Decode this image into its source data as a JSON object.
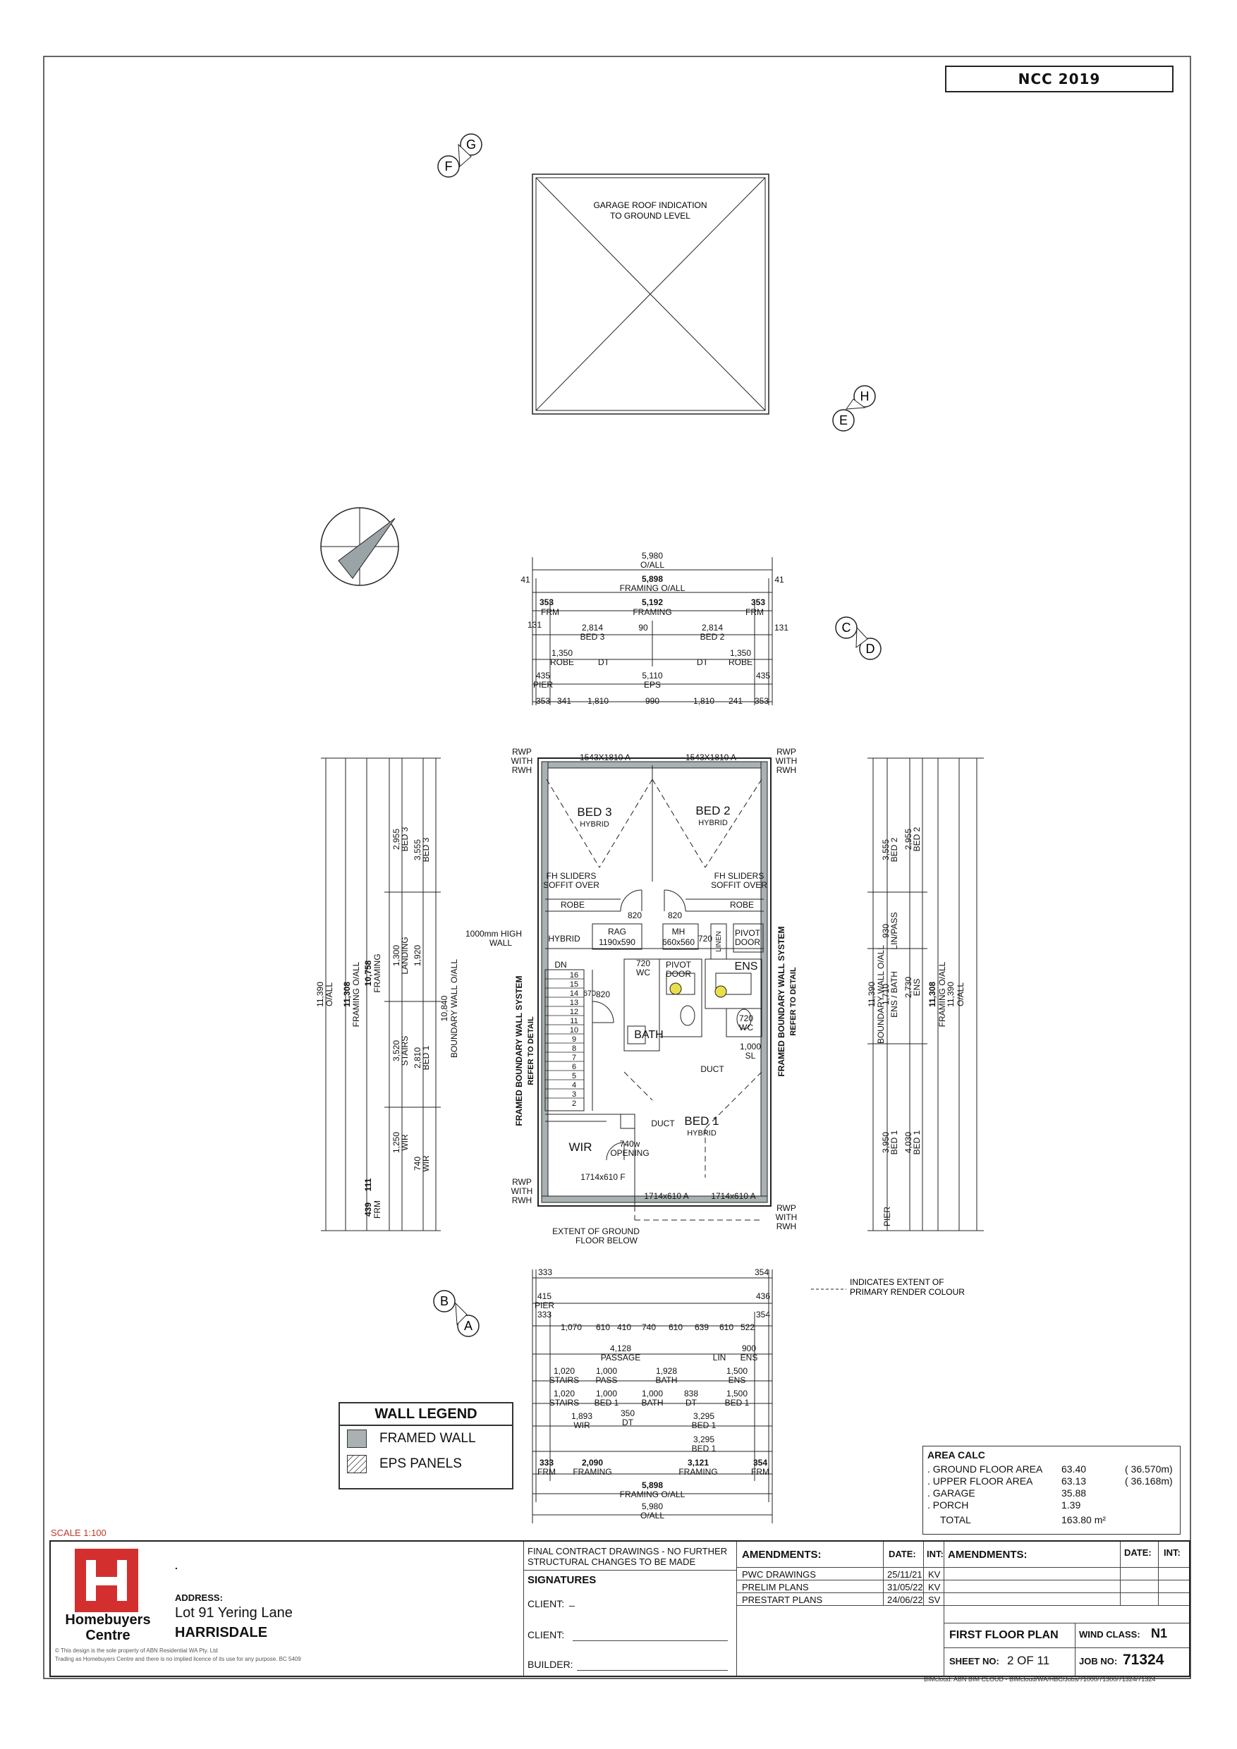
{
  "header": {
    "ncc": "NCC 2019"
  },
  "markers": {
    "g": "G",
    "f": "F",
    "h": "H",
    "e": "E",
    "c": "C",
    "d": "D",
    "b": "B",
    "a": "A"
  },
  "garage": {
    "note_line1": "GARAGE ROOF INDICATION",
    "note_line2": "TO GROUND LEVEL"
  },
  "top_dims": {
    "overall": "5,980",
    "overall_lbl": "O/ALL",
    "framing": "5,898",
    "framing_lbl": "FRAMING O/ALL",
    "f41a": "41",
    "f41b": "41",
    "frm_l": "353",
    "frm_lbl_l": "FRM",
    "frm_mid": "5,192",
    "frm_mid_lbl": "FRAMING",
    "frm_r": "353",
    "frm_lbl_r": "FRM",
    "bed3_w": "2,814",
    "bed3_lbl": "BED 3",
    "mid90": "90",
    "bed2_w": "2,814",
    "bed2_lbl": "BED 2",
    "r131a": "131",
    "r131b": "131",
    "robe_l": "1,350",
    "robe_l_lbl": "ROBE",
    "dt_l": "DT",
    "dt_r": "DT",
    "robe_r": "1,350",
    "robe_r_lbl": "ROBE",
    "pier_l": "435",
    "pier_lbl": "PIER",
    "eps": "5,110",
    "eps_lbl": "EPS",
    "pier_r": "435",
    "b1": "353",
    "b2": "341",
    "b3": "1,810",
    "b4": "990",
    "b5": "1,810",
    "b6": "241",
    "b7": "353"
  },
  "plan": {
    "win_top_l": "1543X1810 A",
    "win_top_r": "1543X1810 A",
    "rwp1": "RWP",
    "with1": "WITH",
    "rwh1": "RWH",
    "rwp2": "RWP",
    "with2": "WITH",
    "rwh2": "RWH",
    "bed3": "BED 3",
    "bed3_sub": "HYBRID",
    "bed2": "BED 2",
    "bed2_sub": "HYBRID",
    "fh_l1": "FH SLIDERS",
    "fh_l2": "SOFFIT OVER",
    "fh_r1": "FH SLIDERS",
    "fh_r2": "SOFFIT OVER",
    "robe_l": "ROBE",
    "robe_r": "ROBE",
    "d820a": "820",
    "d820b": "820",
    "hybrid": "HYBRID",
    "rag": "RAG",
    "rag_sz": "1190x590",
    "mh": "MH",
    "mh_sz": "660x560",
    "d720": "720",
    "linen": "LINEN",
    "pivot1": "PIVOT",
    "door1": "DOOR",
    "wall_note1": "1000mm HIGH",
    "wall_note2": "WALL",
    "dn": "DN",
    "wc720": "720",
    "wc": "WC",
    "pivot2": "PIVOT",
    "door2": "DOOR",
    "ens": "ENS",
    "d820c": "820",
    "bath": "BATH",
    "d720b": "720",
    "wc2": "WC",
    "sl": "1,000",
    "sl_lbl": "SL",
    "duct1": "DUCT",
    "duct2": "DUCT",
    "bed1": "BED 1",
    "bed1_sub": "HYBRID",
    "wir": "WIR",
    "opening": "740w",
    "opening2": "OPENING",
    "win_wir": "1714x610 F",
    "win_b1": "1714x610 A",
    "win_b2": "1714x610 A",
    "rwp3": "RWP",
    "with3": "WITH",
    "rwh3": "RWH",
    "rwp4": "RWP",
    "with4": "WITH",
    "rwh4": "RWH",
    "extent1": "EXTENT OF GROUND",
    "extent2": "FLOOR BELOW",
    "fbws_l": "FRAMED BOUNDARY WALL SYSTEM",
    "rtd_l": "REFER TO DETAIL",
    "fbws_r": "FRAMED BOUNDARY WALL SYSTEM",
    "rtd_r": "REFER TO DETAIL",
    "steps": [
      "16",
      "15",
      "14",
      "13",
      "12",
      "11",
      "10",
      "9",
      "8",
      "7",
      "6",
      "5",
      "4",
      "3",
      "2"
    ],
    "stair_670": "670"
  },
  "left_dims": {
    "oall": "11,390",
    "oall_lbl": "O/ALL",
    "framing": "11,308",
    "framing_lbl": "FRAMING O/ALL",
    "fr2": "10,758",
    "fr2_lbl": "FRAMING",
    "bw": "10,840",
    "bw_lbl": "BOUNDARY WALL O/ALL",
    "d2955": "2,955",
    "d2955_lbl": "BED 3",
    "d3555": "3,555",
    "d3555_lbl": "BED 3",
    "d1300": "1,300",
    "d1300_lbl": "LANDING",
    "d1920": "1,920",
    "d3520": "3,520",
    "d3520_lbl": "STAIRS",
    "d2810": "2,810",
    "d2810_lbl": "BED 1",
    "d1250": "1,250",
    "d1250_lbl": "WIR",
    "d740": "740",
    "d740_lbl": "WIR",
    "d439": "439",
    "d111": "111",
    "frm": "FRM"
  },
  "right_dims": {
    "oall": "11,390",
    "oall_lbl": "O/ALL",
    "framing": "11,308",
    "framing_lbl": "FRAMING O/ALL",
    "bw": "11,390",
    "bw_lbl": "BOUNDARY WALL O/ALL",
    "d3555": "3,555",
    "d3555_lbl": "BED 2",
    "d2955": "2,955",
    "d2955_lbl": "BED 2",
    "d930": "930",
    "d930_lbl": "LIN/PASS",
    "d1710": "1,710",
    "d1710_lbl": "ENS / BATH",
    "d2730": "2,730",
    "d2730_lbl": "ENS",
    "d3950": "3,950",
    "d3950_lbl": "BED 1",
    "d4030": "4,030",
    "d4030_lbl": "BED 1",
    "pier": "PIER"
  },
  "bottom_dims": {
    "r1a": "333",
    "r1b": "354",
    "pier_l": "415",
    "pier_lbl": "PIER",
    "pier_l2": "333",
    "pier_r": "436",
    "pier_r2": "354",
    "s1": "1,070",
    "s2": "610",
    "s3": "410",
    "s4": "740",
    "s5": "610",
    "s6": "639",
    "s7": "610",
    "s8": "522",
    "passage": "4,128",
    "passage_lbl": "PASSAGE",
    "lin": "LIN",
    "ens900": "900",
    "ens_lbl": "ENS",
    "stairs1": "1,020",
    "stairs_lbl": "STAIRS",
    "pass1000": "1,000",
    "pass_lbl": "PASS",
    "bath1928": "1,928",
    "bath_lbl": "BATH",
    "ens1500": "1,500",
    "ens2_lbl": "ENS",
    "stairs2": "1,020",
    "stairs2_lbl": "STAIRS",
    "bed1000": "1,000",
    "bed1_lbl": "BED 1",
    "bath1000": "1,000",
    "bath2_lbl": "BATH",
    "dt838": "838",
    "dt_lbl": "DT",
    "bed1500": "1,500",
    "bed1b_lbl": "BED 1",
    "wir1893": "1,893",
    "wir_lbl": "WIR",
    "dt350": "350",
    "dt2_lbl": "DT",
    "bed3295": "3,295",
    "bed3_lbl": "BED 1",
    "bed3295b": "3,295",
    "bed3b_lbl": "BED 1",
    "frm_l": "333",
    "frm_lbl": "FRM",
    "fr2090": "2,090",
    "fr_lbl": "FRAMING",
    "fr3121": "3,121",
    "fr2_lbl": "FRAMING",
    "frm_r": "354",
    "frm_r_lbl": "FRM",
    "framing_oall": "5,898",
    "framing_oall_lbl": "FRAMING O/ALL",
    "oall": "5,980",
    "oall_lbl": "O/ALL"
  },
  "render_note": {
    "line1": "INDICATES EXTENT OF",
    "line2": "PRIMARY RENDER COLOUR"
  },
  "legend": {
    "title": "WALL LEGEND",
    "framed": "FRAMED WALL",
    "eps": "EPS PANELS",
    "framed_color": "#a9b1b3"
  },
  "area_calc": {
    "title": "AREA CALC",
    "rows": [
      {
        "label": ". GROUND FLOOR AREA",
        "value": "63.40",
        "extra": "( 36.570m)"
      },
      {
        "label": ". UPPER FLOOR AREA",
        "value": "63.13",
        "extra": "( 36.168m)"
      },
      {
        "label": ". GARAGE",
        "value": "35.88",
        "extra": ""
      },
      {
        "label": ". PORCH",
        "value": "1.39",
        "extra": ""
      }
    ],
    "total_label": "TOTAL",
    "total_value": "163.80 m²"
  },
  "scale": "SCALE 1:100",
  "title_block": {
    "brand1": "Homebuyers",
    "brand2": "Centre",
    "brand_color": "#d32f2f",
    "dot": ".",
    "address_lbl": "ADDRESS:",
    "address1": "Lot 91 Yering Lane",
    "address2": "HARRISDALE",
    "copyright1": "© This design is the sole property of ABN Residential WA Pty. Ltd",
    "copyright2": "Trading as Homebuyers Centre and there is no implied licence of its use for any purpose. BC 5409",
    "final1": "FINAL CONTRACT DRAWINGS - NO FURTHER",
    "final2": "STRUCTURAL CHANGES TO BE MADE",
    "signatures": "SIGNATURES",
    "client1": "CLIENT:",
    "client1_mark": "_",
    "client2": "CLIENT:",
    "builder": "BUILDER:",
    "amend_hdr": "AMENDMENTS:",
    "date_hdr": "DATE:",
    "int_hdr": "INT:",
    "amend_hdr2": "AMENDMENTS:",
    "date_hdr2": "DATE:",
    "int_hdr2": "INT:",
    "amendments": [
      {
        "name": "PWC DRAWINGS",
        "date": "25/11/21",
        "int": "KV"
      },
      {
        "name": "PRELIM PLANS",
        "date": "31/05/22",
        "int": "KV"
      },
      {
        "name": "PRESTART PLANS",
        "date": "24/06/22",
        "int": "SV"
      }
    ],
    "plan_name": "FIRST FLOOR PLAN",
    "wind_lbl": "WIND CLASS:",
    "wind_val": "N1",
    "sheet_lbl": "SHEET NO:",
    "sheet_val": "2 OF 11",
    "job_lbl": "JOB NO:",
    "job_val": "71324",
    "bim": "BIMcloud: ABN BIM CLOUD - BIMcloud/WA/HBC/Jobs/71000/71300/71324/71324"
  }
}
